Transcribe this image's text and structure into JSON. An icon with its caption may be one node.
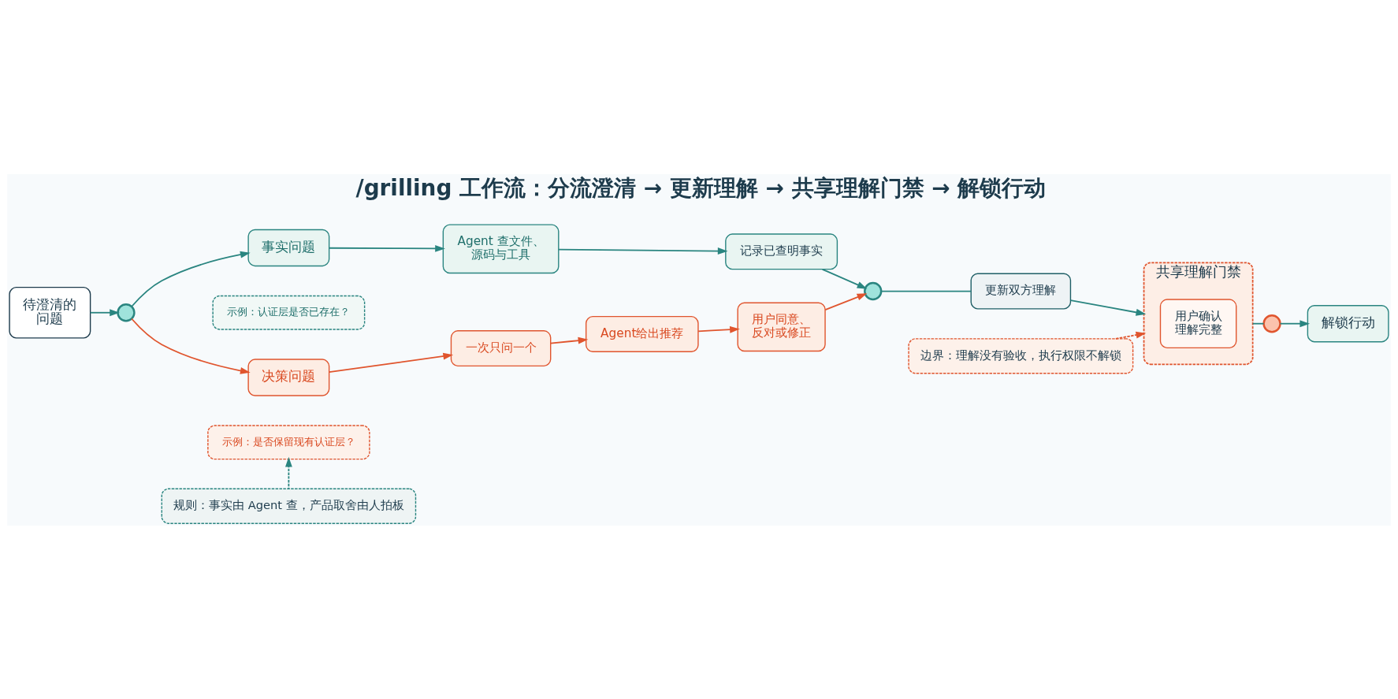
{
  "diagram": {
    "title": "/grilling 工作流：分流澄清 → 更新理解 → 共享理解门禁 → 解锁行动",
    "nodes": [
      {
        "text": [
          "待澄清的问题"
        ]
      },
      {
        "text": [],
        "shape": "circle"
      },
      {
        "text": [
          "事实问题"
        ]
      },
      {
        "text": [
          "Agent 查文件、源码与工具"
        ]
      },
      {
        "text": [
          "记录已查明事实"
        ]
      },
      {
        "text": [
          "示例：认证层是否已存在？"
        ]
      },
      {
        "text": [
          "决策问题"
        ]
      },
      {
        "text": [
          "一次只问一个"
        ]
      },
      {
        "text": [
          "Agent给出推荐"
        ]
      },
      {
        "text": [
          "用户同意、反对或修正"
        ]
      },
      {
        "text": [
          "示例：是否保留现有认证层？"
        ]
      },
      {
        "text": [],
        "shape": "circle"
      },
      {
        "text": [
          "更新双方理解"
        ]
      },
      {
        "text": [
          "共享理解门禁"
        ]
      },
      {
        "text": [
          "用户确认理解完整"
        ],
        "in": 13
      },
      {
        "text": [],
        "shape": "circle"
      },
      {
        "text": [
          "解锁行动"
        ]
      },
      {
        "text": [
          "规则：事实由 Agent 查，产品取舍由人拍板"
        ]
      },
      {
        "text": [
          "边界：理解没有验收，执行权限不解锁"
        ]
      }
    ],
    "edges": [
      {
        "from": 0,
        "to": 1,
        "arrow": "to"
      },
      {
        "from": 1,
        "to": 2,
        "arrow": "to"
      },
      {
        "from": 1,
        "to": 6,
        "arrow": "to",
        "color": "#e0552e"
      },
      {
        "from": 2,
        "to": 3,
        "arrow": "to"
      },
      {
        "from": 3,
        "to": 4,
        "arrow": "to"
      },
      {
        "from": 4,
        "to": 11,
        "arrow": "to"
      },
      {
        "from": 6,
        "to": 7,
        "arrow": "to",
        "color": "#e0552e"
      },
      {
        "from": 7,
        "to": 8,
        "arrow": "to",
        "color": "#e0552e"
      },
      {
        "from": 8,
        "to": 9,
        "arrow": "to",
        "color": "#e0552e"
      },
      {
        "from": 9,
        "to": 11,
        "arrow": "to",
        "color": "#e0552e"
      },
      {
        "from": 11,
        "to": 12,
        "arrow": "none"
      },
      {
        "from": 12,
        "to": 13,
        "arrow": "to"
      },
      {
        "from": 13,
        "to": 15,
        "arrow": "none"
      },
      {
        "from": 15,
        "to": 16,
        "arrow": "to"
      },
      {
        "from": 17,
        "to": 10,
        "arrow": "to",
        "style": "dashed"
      },
      {
        "from": 18,
        "to": 13,
        "arrow": "to",
        "style": "dashed",
        "color": "#e0552e"
      }
    ]
  }
}
